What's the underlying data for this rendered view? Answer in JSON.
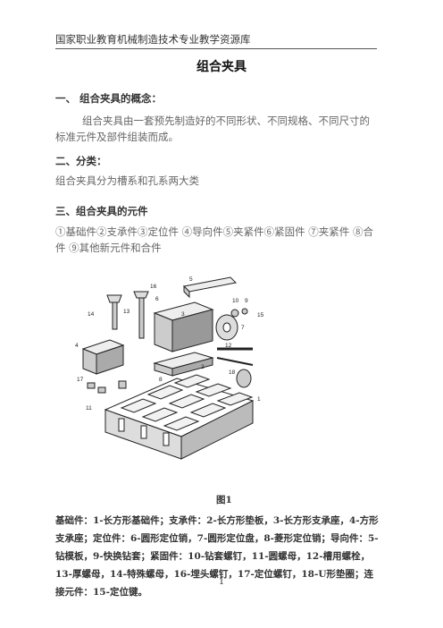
{
  "header": {
    "text": "国家职业教育机械制造技术专业教学资源库"
  },
  "title": "组合夹具",
  "sections": [
    {
      "heading": "一、  组合夹具的概念：",
      "body": "组合夹具由一套预先制造好的不同形状、不同规格、不同尺寸的标准元件及部件组装而成。"
    },
    {
      "heading": "二、分类：",
      "body": "组合夹具分为槽系和孔系两大类"
    },
    {
      "heading": "三、组合夹具的元件",
      "body": "①基础件②支承件③定位件 ④导向件⑤夹紧件⑥紧固件 ⑦夹紧件 ⑧合件 ⑨其他新元件和合件"
    }
  ],
  "figure": {
    "caption": "图1",
    "callouts": [
      "1",
      "2",
      "3",
      "4",
      "5",
      "6",
      "7",
      "8",
      "9",
      "10",
      "11",
      "12",
      "13",
      "14",
      "15",
      "16",
      "17",
      "18"
    ]
  },
  "legend": "基础件：1-长方形基础件；支承件：2-长方形垫板，3-长方形支承座，4-方形支承座；定位件：6-圆形定位销，7-圆形定位盘，8-菱形定位销；导向件：5-钻模板，9-快换钻套；紧固件：10-钻套螺钉，11-圆螺母，12-槽用螺栓，13-厚螺母，14-特殊螺母，16-埋头螺钉，17-定位螺钉，18-U形垫圈；连接元件：15-定位键。",
  "page_number": "1"
}
